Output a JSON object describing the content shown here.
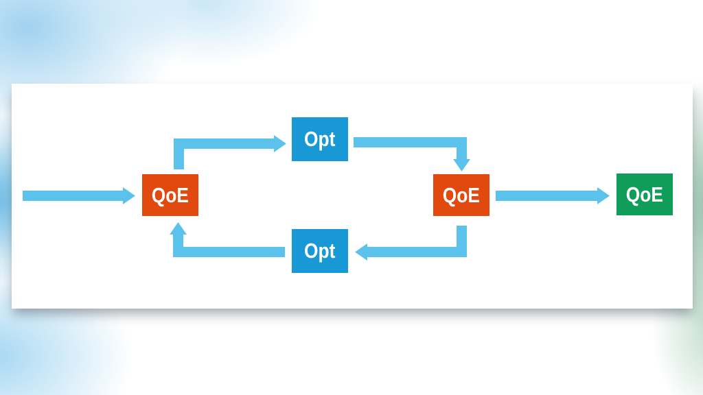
{
  "colors": {
    "arrow": "#5BC3EB",
    "blue": "#1899D6",
    "orange": "#E1490F",
    "green": "#109C59"
  },
  "diagram": {
    "nodes": [
      {
        "id": "qoe-left",
        "label": "QoE",
        "color": "orange"
      },
      {
        "id": "opt-top",
        "label": "Opt",
        "color": "blue"
      },
      {
        "id": "opt-bottom",
        "label": "Opt",
        "color": "blue"
      },
      {
        "id": "qoe-right",
        "label": "QoE",
        "color": "orange"
      },
      {
        "id": "qoe-output",
        "label": "QoE",
        "color": "green"
      }
    ],
    "edges": [
      {
        "from": "input",
        "to": "qoe-left",
        "shape": "straight-right"
      },
      {
        "from": "qoe-left",
        "to": "opt-top",
        "shape": "up-then-right"
      },
      {
        "from": "opt-top",
        "to": "qoe-right",
        "shape": "right-then-down"
      },
      {
        "from": "qoe-right",
        "to": "qoe-output",
        "shape": "straight-right"
      },
      {
        "from": "qoe-right",
        "to": "opt-bottom",
        "shape": "down-then-left"
      },
      {
        "from": "opt-bottom",
        "to": "qoe-left",
        "shape": "left-then-up"
      }
    ]
  }
}
